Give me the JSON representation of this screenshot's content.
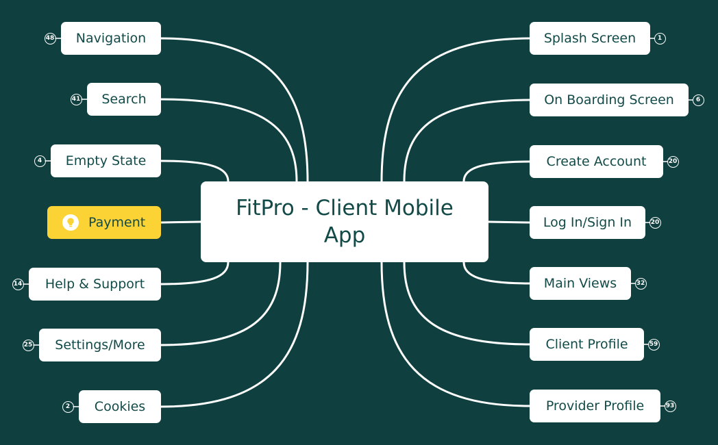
{
  "central_topic": "FitPro - Client Mobile App",
  "colors": {
    "background": "#0f403f",
    "node": "#ffffff",
    "text": "#124a48",
    "highlight": "#fbd334",
    "line": "#ffffff"
  },
  "left_topics": [
    {
      "label": "Navigation",
      "count": "48"
    },
    {
      "label": "Search",
      "count": "41"
    },
    {
      "label": "Empty State",
      "count": "4"
    },
    {
      "label": "Payment",
      "icon": "lightbulb-icon",
      "highlighted": true
    },
    {
      "label": "Help & Support",
      "count": "14"
    },
    {
      "label": "Settings/More",
      "count": "25"
    },
    {
      "label": "Cookies",
      "count": "2"
    }
  ],
  "right_topics": [
    {
      "label": "Splash Screen",
      "count": "1"
    },
    {
      "label": "On Boarding Screen",
      "count": "6"
    },
    {
      "label": "Create Account",
      "count": "20"
    },
    {
      "label": "Log In/Sign In",
      "count": "20"
    },
    {
      "label": "Main Views",
      "count": "32"
    },
    {
      "label": "Client Profile",
      "count": "59"
    },
    {
      "label": "Provider Profile",
      "count": "93"
    }
  ]
}
